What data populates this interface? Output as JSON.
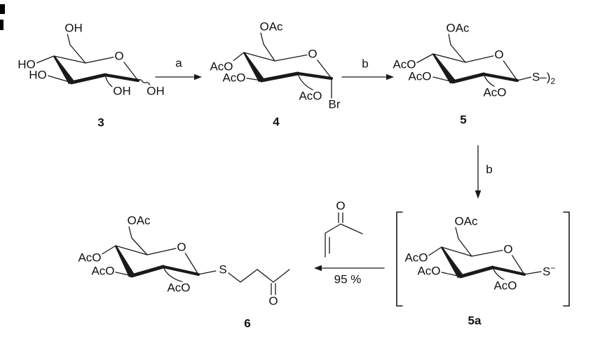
{
  "compounds": {
    "glucose": {
      "number": "3",
      "c6": "OH",
      "ring_o": "O",
      "c4": "HO",
      "c3": "HO",
      "c2": "OH",
      "c1": "OH"
    },
    "acetobromoglucose": {
      "number": "4",
      "c6": "OAc",
      "ring_o": "O",
      "c4": "AcO",
      "c3": "AcO",
      "c2": "AcO",
      "c1": "Br"
    },
    "disulfide": {
      "number": "5",
      "c6": "OAc",
      "ring_o": "O",
      "c4": "AcO",
      "c3": "AcO",
      "c2": "AcO",
      "c1_main": "S–)",
      "c1_sub": "2"
    },
    "thiolate": {
      "number": "5a",
      "c6": "OAc",
      "ring_o": "O",
      "c4": "AcO",
      "c3": "AcO",
      "c2": "AcO",
      "c1_main": "S",
      "c1_sup": "−"
    },
    "ketone_adduct": {
      "number": "6",
      "c6": "OAc",
      "ring_o": "O",
      "c4": "AcO",
      "c3": "AcO",
      "c2": "AcO",
      "c1": "S",
      "chain_o": "O"
    }
  },
  "reagent_mvk": {
    "carbonyl_o": "O"
  },
  "steps": {
    "a": "a",
    "b_top": "b",
    "b_down": "b",
    "yield": "95 %"
  }
}
